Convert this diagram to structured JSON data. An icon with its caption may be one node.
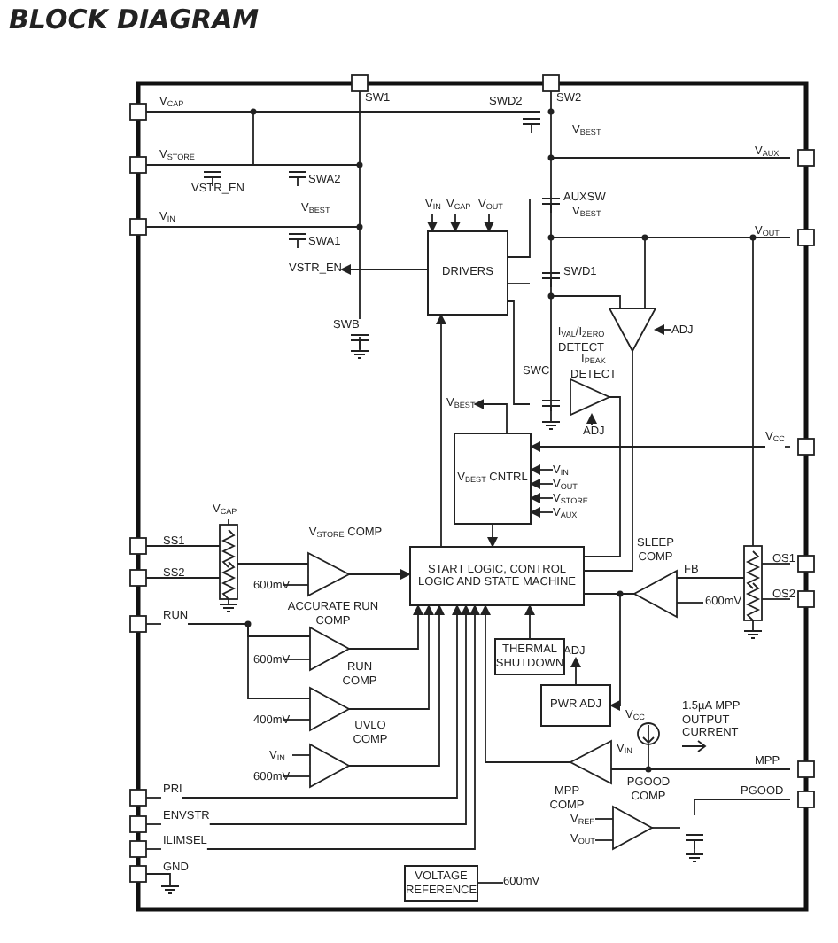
{
  "diagram": {
    "title": "BLOCK DIAGRAM",
    "nodes": [
      {
        "text": [
          "DRIVERS"
        ]
      },
      {
        "text": [
          "V$_{BEST}$ CNTRL"
        ]
      },
      {
        "text": [
          "START LOGIC, CONTROL LOGIC AND STATE MACHINE"
        ]
      },
      {
        "text": [
          "THERMAL SHUTDOWN"
        ]
      },
      {
        "text": [
          "PWR ADJ"
        ]
      },
      {
        "text": [
          "VOLTAGE REFERENCE"
        ]
      },
      {
        "text": [
          "V$_{STORE}$ COMP"
        ]
      },
      {
        "text": [
          "ACCURATE RUN COMP"
        ]
      },
      {
        "text": [
          "RUN COMP"
        ]
      },
      {
        "text": [
          "UVLO COMP"
        ]
      },
      {
        "text": [
          "SLEEP COMP"
        ],
        "beside": [
          "FB"
        ]
      },
      {
        "text": [
          "MPP COMP"
        ]
      },
      {
        "text": [
          "PGOOD COMP"
        ]
      },
      {
        "text": [
          "I$_{VAL}$/I$_{ZERO}$ DETECT"
        ]
      },
      {
        "text": [
          "I$_{PEAK}$ DETECT"
        ]
      },
      {
        "text": [
          "V$_{IN}$"
        ]
      },
      {
        "text": [
          "V$_{CAP}$"
        ]
      },
      {
        "text": [
          "V$_{OUT}$"
        ]
      },
      {
        "text": [
          "VSTR_EN"
        ]
      },
      {
        "text": [
          "V$_{CC}$"
        ]
      },
      {
        "text": [
          "V$_{IN}$"
        ]
      },
      {
        "text": [
          "V$_{OUT}$"
        ]
      },
      {
        "text": [
          "V$_{STORE}$"
        ]
      },
      {
        "text": [
          "V$_{AUX}$"
        ]
      },
      {
        "text": [
          "ADJ"
        ]
      },
      {
        "text": [
          "ADJ"
        ]
      },
      {
        "text": [
          "ADJ"
        ]
      },
      {
        "text": [
          "600mV"
        ]
      },
      {
        "text": [
          "V$_{BEST}$"
        ]
      },
      {
        "text": [
          "PRI"
        ]
      },
      {
        "text": [
          "ENVSTR"
        ]
      },
      {
        "text": [
          "ILIMSEL"
        ]
      },
      {
        "text": [
          "RUN"
        ]
      }
    ],
    "edges": [
      {
        "from": 1,
        "to": 2,
        "arrow": "to"
      },
      {
        "from": 6,
        "to": 2,
        "arrow": "to"
      },
      {
        "from": 7,
        "to": 2,
        "arrow": "to"
      },
      {
        "from": 8,
        "to": 2,
        "arrow": "to"
      },
      {
        "from": 9,
        "to": 2,
        "arrow": "to"
      },
      {
        "from": 11,
        "to": 2,
        "arrow": "to"
      },
      {
        "from": 3,
        "to": 2,
        "arrow": "to"
      },
      {
        "from": 10,
        "to": 2,
        "arrow": "none"
      },
      {
        "from": 10,
        "to": 4,
        "arrow": "to"
      },
      {
        "from": 13,
        "to": 2,
        "arrow": "none"
      },
      {
        "from": 14,
        "to": 2,
        "arrow": "none"
      },
      {
        "from": 2,
        "to": 0,
        "arrow": "to"
      },
      {
        "from": 15,
        "to": 0,
        "arrow": "to"
      },
      {
        "from": 16,
        "to": 0,
        "arrow": "to"
      },
      {
        "from": 17,
        "to": 0,
        "arrow": "to"
      },
      {
        "from": 0,
        "to": 18,
        "arrow": "to"
      },
      {
        "from": 19,
        "to": 1,
        "arrow": "to"
      },
      {
        "from": 20,
        "to": 1,
        "arrow": "to"
      },
      {
        "from": 21,
        "to": 1,
        "arrow": "to"
      },
      {
        "from": 22,
        "to": 1,
        "arrow": "to"
      },
      {
        "from": 23,
        "to": 1,
        "arrow": "to"
      },
      {
        "from": 24,
        "to": 13,
        "arrow": "to"
      },
      {
        "from": 25,
        "to": 14,
        "arrow": "to"
      },
      {
        "from": 4,
        "to": 26,
        "arrow": "to"
      },
      {
        "from": 5,
        "to": 27,
        "arrow": "none"
      },
      {
        "from": 1,
        "to": 28,
        "arrow": "to"
      },
      {
        "from": 29,
        "to": 2,
        "arrow": "to"
      },
      {
        "from": 30,
        "to": 2,
        "arrow": "to"
      },
      {
        "from": 31,
        "to": 2,
        "arrow": "to"
      },
      {
        "from": 32,
        "to": 7,
        "arrow": "none"
      },
      {
        "from": 32,
        "to": 8,
        "arrow": "none"
      }
    ],
    "labels": [
      "V$_{CAP}$",
      "SW1",
      "SWD2",
      "SW2",
      "V$_{STORE}$",
      "SWA2",
      "VSTR_EN",
      "V$_{BEST}$",
      "V$_{BEST}$",
      "AUXSW",
      "V$_{AUX}$",
      "V$_{IN}$",
      "SWA1",
      "V$_{BEST}$",
      "SWD1",
      "V$_{OUT}$",
      "SWB",
      "SWC",
      "V$_{CAP}$",
      "SS1",
      "SS2",
      "600mV",
      "600mV",
      "OS1",
      "OS2",
      "600mV",
      "400mV",
      "V$_{IN}$",
      "600mV",
      "V$_{CC}$",
      "1.5µA MPP OUTPUT CURRENT",
      "V$_{IN}$",
      "MPP",
      "V$_{REF}$",
      "V$_{OUT}$",
      "PGOOD",
      "GND"
    ]
  }
}
